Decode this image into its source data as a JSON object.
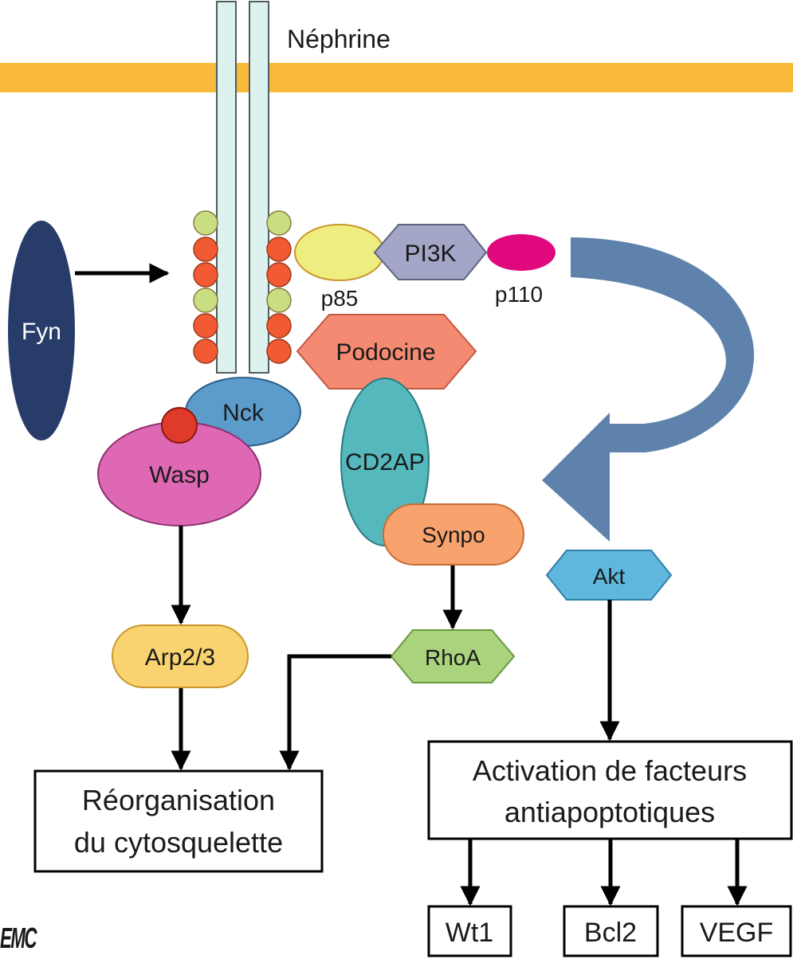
{
  "labels": {
    "nephrin": "Néphrine",
    "fyn": "Fyn",
    "p85": "p85",
    "pi3k": "PI3K",
    "p110": "p110",
    "podocin": "Podocine",
    "nck": "Nck",
    "wasp": "Wasp",
    "cd2ap": "CD2AP",
    "synpo": "Synpo",
    "akt": "Akt",
    "arp": "Arp2/3",
    "rhoa": "RhoA"
  },
  "boxes": {
    "reorg_line1": "Réorganisation",
    "reorg_line2": "du cytosquelette",
    "activation_line1": "Activation de facteurs",
    "activation_line2": "antiapoptotiques"
  },
  "factors": [
    "Wt1",
    "Bcl2",
    "VEGF"
  ],
  "logo": "EMC",
  "colors": {
    "membrane": "#F9B93A",
    "receptor": "#DDF2EE",
    "bead_green": "#C9DE82",
    "bead_red": "#F15A32",
    "fyn": "#283C6A",
    "p85": "#EEEE80",
    "pi3k": "#A3A6C6",
    "p110": "#E0087D",
    "podocin": "#F58A72",
    "nck": "#5B9CCB",
    "wasp": "#DE68B4",
    "cd2ap": "#55B8BD",
    "synpo": "#F8A26E",
    "akt": "#5FB7DD",
    "arp": "#F9D36F",
    "rhoa": "#A9D37C",
    "curve_arrow": "#5E82AC"
  }
}
